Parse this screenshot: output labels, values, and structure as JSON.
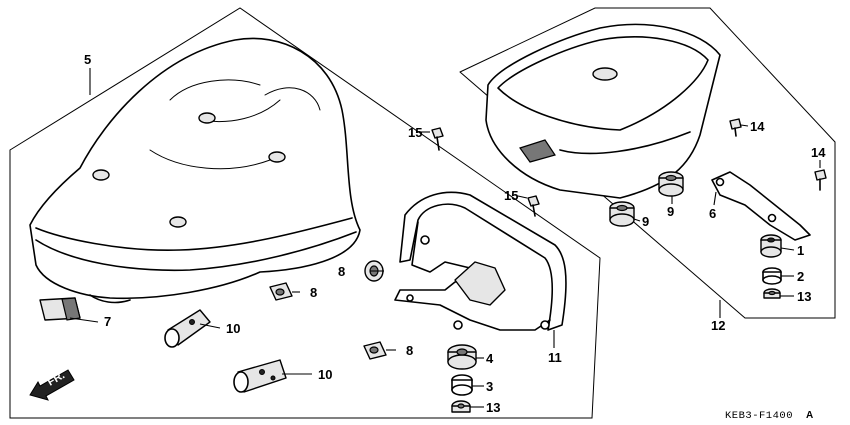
{
  "labels": {
    "seat": "5",
    "seat_cushion": "7",
    "rubber_8a": "8",
    "rubber_8b": "8",
    "rubber_8c": "8",
    "collar_10a": "10",
    "collar_10b": "10",
    "backrest": "11",
    "grommet_4": "4",
    "collar_3": "3",
    "nut_13a": "13",
    "bolt_15a": "15",
    "bolt_15b": "15",
    "cushion_9a": "9",
    "cushion_9b": "9",
    "bracket": "6",
    "bolt_14a": "14",
    "bolt_14b": "14",
    "grommet_1": "1",
    "collar_2": "2",
    "nut_13b": "13",
    "backrest_assy": "12"
  },
  "front_arrow": "FR.",
  "drawing_code": "KEB3-F1400",
  "drawing_rev": "A"
}
